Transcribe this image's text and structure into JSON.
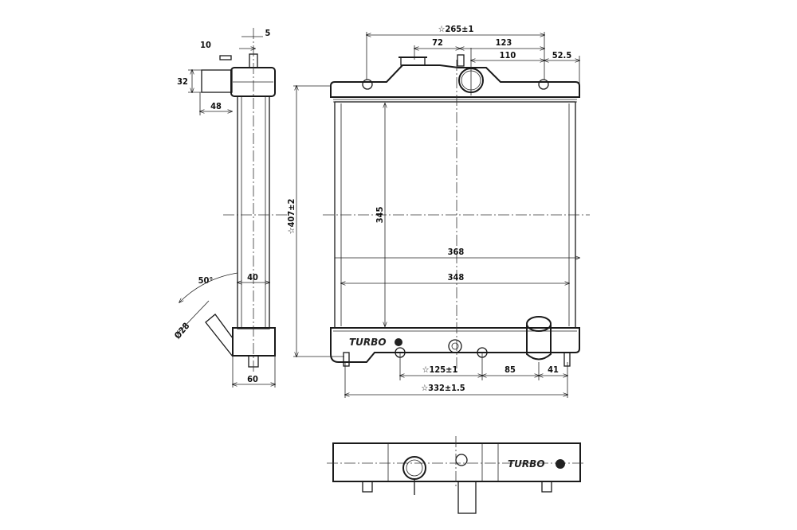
{
  "drawing": {
    "front_view": {
      "dims": {
        "overall_top_mount": "☆265±1",
        "cap_offset": "72",
        "inlet_to_mount": "123",
        "inlet_to_mount_2": "110",
        "mount_to_edge": "52.5",
        "overall_height": "☆407±2",
        "core_height": "345",
        "core_width_outer": "368",
        "core_width_inner": "348",
        "bottom_mount": "☆125±1",
        "outlet_offset": "85",
        "outlet_to_pin": "41",
        "pin_spacing": "☆332±1.5"
      },
      "logo_text": "TURBO"
    },
    "side_view": {
      "dims": {
        "cap_offset": "10",
        "pin_width": "5",
        "inlet_diameter": "32",
        "inlet_length": "48",
        "outlet_angle": "50°",
        "core_depth": "40",
        "outlet_diameter": "Ø28",
        "tank_depth": "60"
      }
    },
    "bottom_view": {
      "logo_text": "TURBO"
    }
  }
}
